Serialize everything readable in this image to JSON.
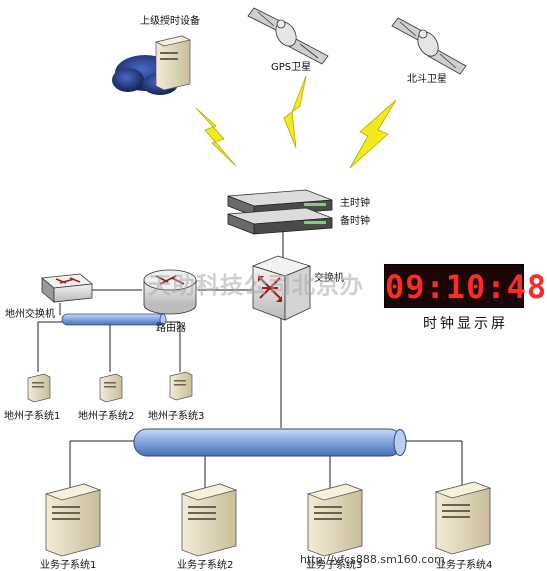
{
  "labels": {
    "upper_server": "上级授时设备",
    "gps_sat": "GPS卫星",
    "beidou_sat": "北斗卫星",
    "master_clock": "主时钟",
    "backup_clock": "备时钟",
    "local_switch": "地州交换机",
    "router": "路由器",
    "core_switch": "交换机",
    "local_sub1": "地州子系统1",
    "local_sub2": "地州子系统2",
    "local_sub3": "地州子系统3",
    "biz_sub1": "业务子系统1",
    "biz_sub2": "业务子系统2",
    "biz_sub3": "业务子系统3",
    "biz_sub4": "业务子系统4"
  },
  "clock": {
    "time": "09:10:48",
    "caption": "时钟显示屏"
  },
  "watermark": {
    "company": "天助科技公司北京办",
    "url": "http://yfcs888.sm160.com"
  },
  "colors": {
    "bolt": "#f2ea1c",
    "bus": "#8fb0e0",
    "clock_digits": "#ff2a22",
    "cloud": "#1a2a66"
  }
}
